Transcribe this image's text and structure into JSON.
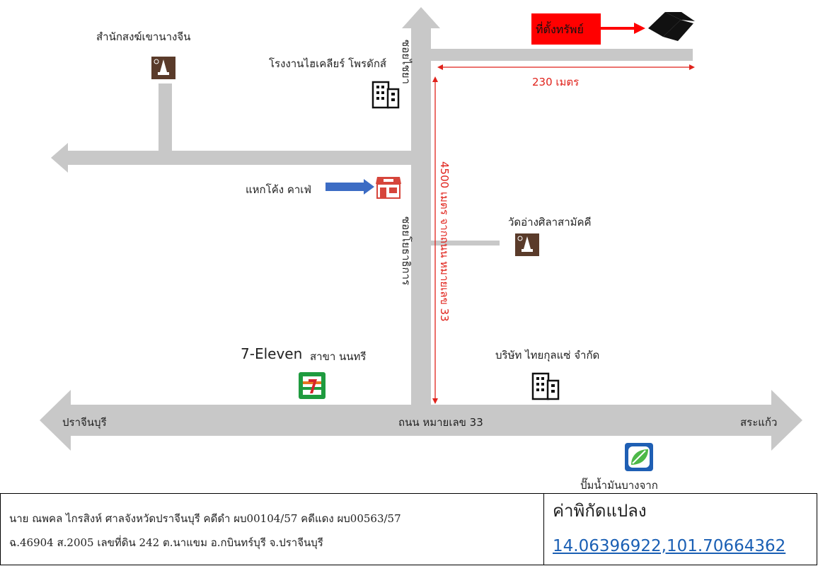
{
  "map": {
    "property_label": "ที่ตั้งทรัพย์",
    "distance_top": "230 เมตร",
    "distance_vertical": "4500 เมตร จากถนน หมายเลข 33",
    "road_main": "ถนน หมายเลข 33",
    "road_left_end": "ปราจีนบุรี",
    "road_right_end": "สระแก้ว",
    "soi_upper": "ซอยไชยา",
    "soi_lower": "ซอยโยธาธิการ",
    "places": {
      "temple_1": "สำนักสงฆ์เขานางจีน",
      "factory": "โรงงานไฮเคลียร์ โพรดักส์",
      "cafe": "แหกโค้ง คาเฟ่",
      "temple_2": "วัดอ่างศิลาสามัคคี",
      "seven_eleven_brand": "7-Eleven",
      "seven_eleven_branch": "สาขา นนทรี",
      "company": "บริษัท ไทยกุลแซ่ จำกัด",
      "gas_station": "ปั๊มน้ำมันบางจาก"
    },
    "colors": {
      "road": "#c8c8c8",
      "property_box": "#ff0000",
      "distance_line": "#e0221b",
      "cafe_arrow": "#3c6cc4"
    }
  },
  "info": {
    "line1": "นาย ณพคล ไกรสิงห์ ศาลจังหวัดปราจีนบุรี คดีดำ ผบ00104/57 คดีแดง ผบ00563/57",
    "line2": "ฉ.46904  ส.2005  เลขที่ดิน 242 ต.นาแขม อ.กบินทร์บุรี จ.ปราจีนบุรี",
    "coord_title": "ค่าพิกัดแปลง",
    "coord_value": "14.06396922,101.70664362"
  }
}
